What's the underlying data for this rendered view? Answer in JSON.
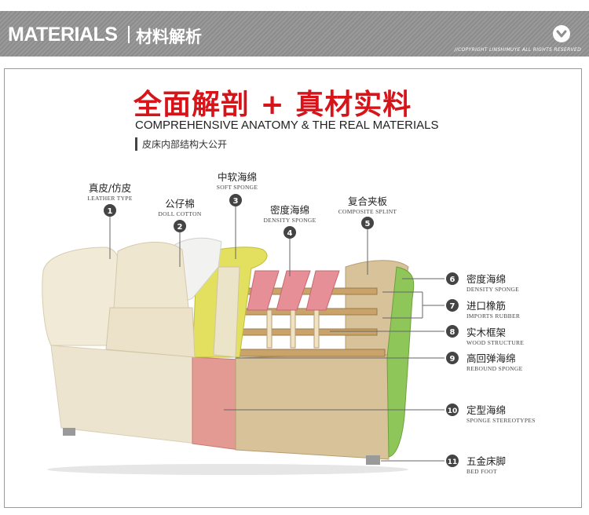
{
  "header": {
    "title": "MATERIALS",
    "subtitle": "材料解析",
    "copyright": "//COPYRIGHT LINSHIMUYE ALL RIGHTS RESERVED",
    "icon": "chevron-down-icon",
    "background_color": "#8f8f8f"
  },
  "main": {
    "title": "全面解剖 + 真材实料",
    "title_color": "#d7141a",
    "subtitle_en": "COMPREHENSIVE ANATOMY  &  THE REAL MATERIALS",
    "subtitle_cn": "皮床内部结构大公开"
  },
  "parts_top": [
    {
      "num": "1",
      "cn": "真皮/仿皮",
      "en": "LEATHER TYPE"
    },
    {
      "num": "2",
      "cn": "公仔棉",
      "en": "DOLL COTTON"
    },
    {
      "num": "3",
      "cn": "中软海绵",
      "en": "SOFT SPONGE"
    },
    {
      "num": "4",
      "cn": "密度海绵",
      "en": "DENSITY SPONGE"
    },
    {
      "num": "5",
      "cn": "复合夹板",
      "en": "COMPOSITE SPLINT"
    }
  ],
  "parts_right": [
    {
      "num": "6",
      "cn": "密度海绵",
      "en": "DENSITY SPONGE"
    },
    {
      "num": "7",
      "cn": "进口橡筋",
      "en": "IMPORTS RUBBER"
    },
    {
      "num": "8",
      "cn": "实木框架",
      "en": "WOOD STRUCTURE"
    },
    {
      "num": "9",
      "cn": "高回弹海绵",
      "en": "REBOUND SPONGE"
    },
    {
      "num": "10",
      "cn": "定型海绵",
      "en": "SPONGE STEREOTYPES"
    },
    {
      "num": "11",
      "cn": "五金床脚",
      "en": "BED FOOT"
    }
  ]
}
